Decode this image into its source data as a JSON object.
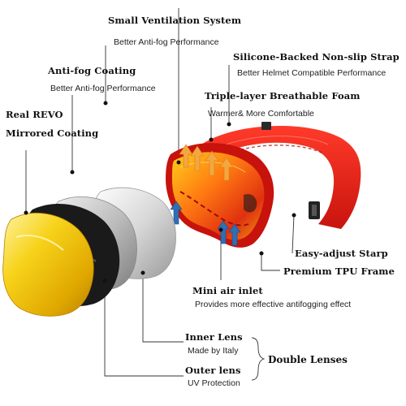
{
  "labels": {
    "small_vent_title": "Small Ventilation System",
    "small_vent_sub": "Better Anti-fog Performance",
    "antifog_title": "Anti-fog Coating",
    "antifog_sub": "Better Anti-fog Performance",
    "strap_title": "Silicone-Backed Non-slip Strap",
    "strap_sub": "Better Helmet Compatible Performance",
    "foam_title": "Triple-layer Breathable Foam",
    "foam_sub": "Warmer& More Comfortable",
    "revo_title_1": "Real REVO",
    "revo_title_2": "Mirrored Coating",
    "adjust_title": "Easy-adjust Starp",
    "tpu_title": "Premium TPU Frame",
    "air_title": "Mini air inlet",
    "air_sub": "Provides more effective antifogging effect",
    "inner_title": "Inner Lens",
    "inner_sub": "Made by Italy",
    "outer_title": "Outer lens",
    "outer_sub": "UV Protection",
    "double_title": "Double Lenses"
  },
  "colors": {
    "strap": "#e8211c",
    "frame": "#cc1a14",
    "lens_gold": "#f2c400",
    "foam": "#1c1c1c",
    "vent_arrow": "#f4a640",
    "inlet_arrow": "#2e6fb6",
    "leader_line": "#333333"
  }
}
